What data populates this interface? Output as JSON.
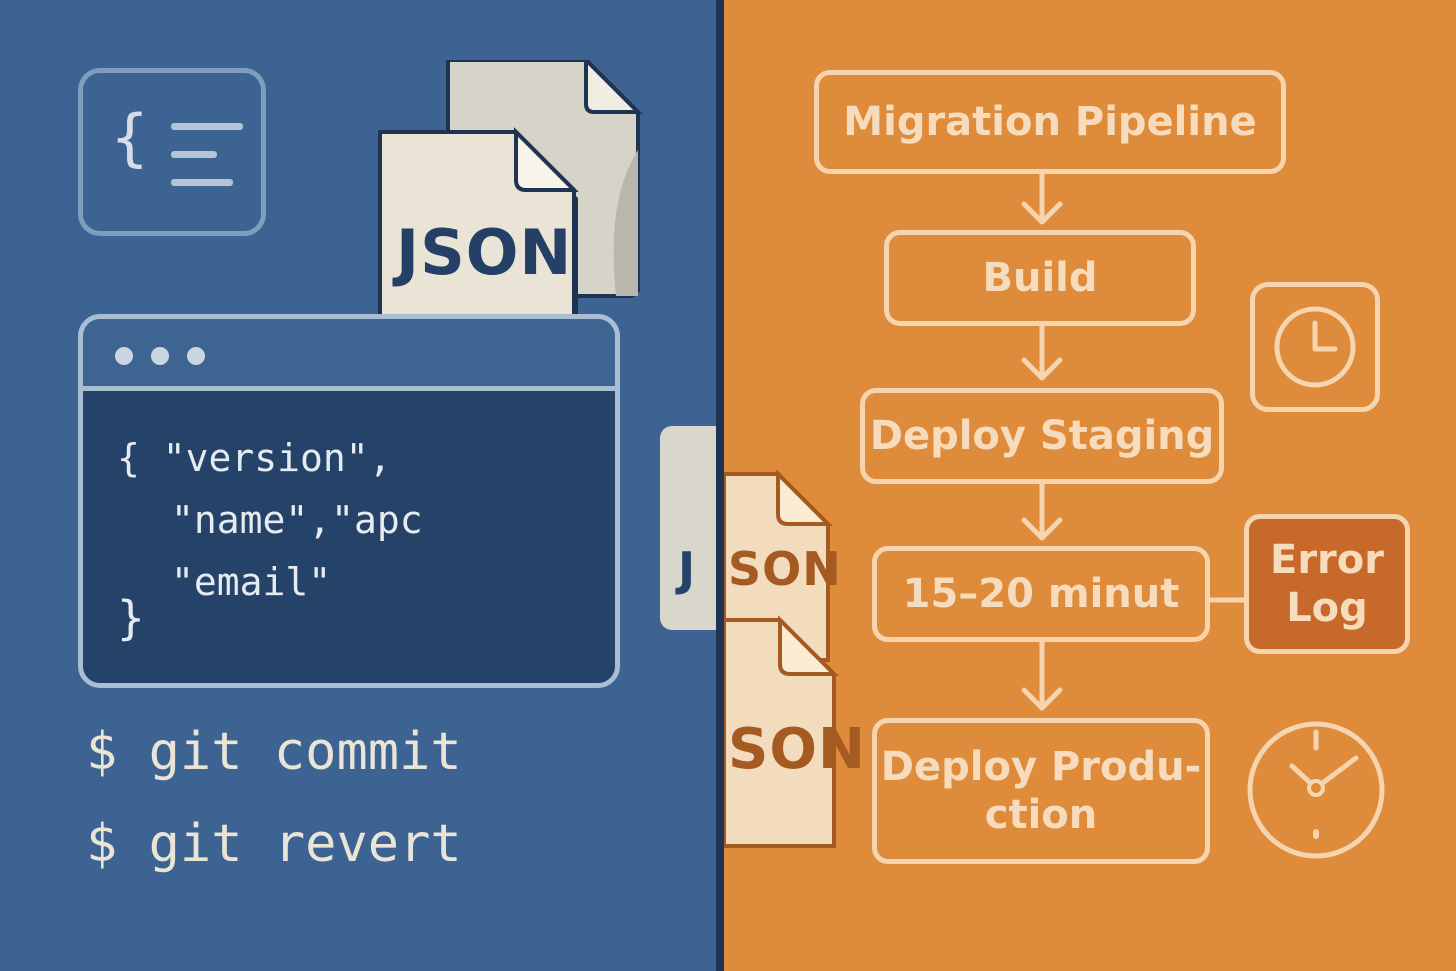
{
  "left": {
    "json_doc_label": "JSON",
    "code_lines": [
      "{ \"version\",",
      "\"name\",\"apc",
      "\"email\"",
      "}"
    ],
    "commands": [
      "$ git commit",
      "$ git revert"
    ],
    "split_json_left": "J",
    "split_json_right": "SON",
    "split_json_bottom": "SON"
  },
  "flow": {
    "nodes": [
      "Migration Pipeline",
      "Build",
      "Deploy Staging",
      "15–20 minut",
      "Deploy Produ-\nction"
    ],
    "error_node": "Error\nLog"
  },
  "icons": [
    "code-file-icon",
    "json-file-icon",
    "browser-window-icon",
    "clock-icon",
    "stopwatch-icon"
  ],
  "colors": {
    "left_bg": "#3c6391",
    "right_bg": "#df8b3c",
    "divider": "#1f3450",
    "flow_stroke": "#f5d4ae",
    "error_fill": "#c6692a",
    "code_bg": "#254369"
  }
}
